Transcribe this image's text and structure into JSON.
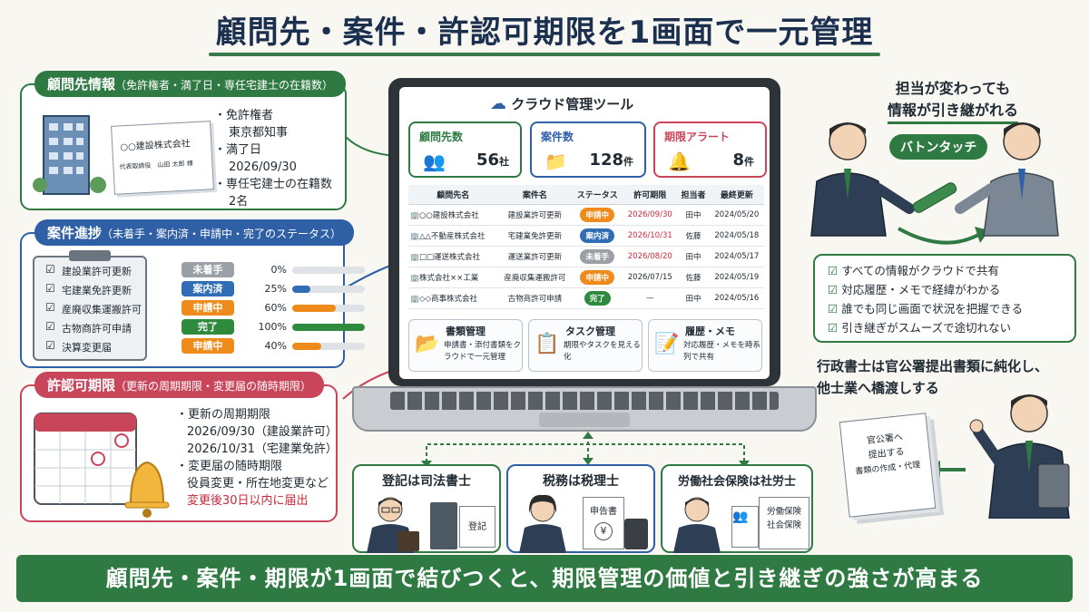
{
  "title": "顧問先・案件・許認可期限を1画面で一元管理",
  "client_panel": {
    "title": "顧問先情報",
    "subtitle": "（免許権者・満了日・専任宅建士の在籍数）",
    "card_company": "○○建設株式会社",
    "card_rep": "代表取締役　山田 太郎 様",
    "items": [
      {
        "label": "・免許権者",
        "value": "東京都知事"
      },
      {
        "label": "・満了日",
        "value": "2026/09/30"
      },
      {
        "label": "・専任宅建士の在籍数",
        "value": "2名"
      }
    ]
  },
  "progress_panel": {
    "title": "案件進捗",
    "subtitle": "（未着手・案内済・申請中・完了のステータス）",
    "rows": [
      {
        "name": "建設業許可更新",
        "status": "未着手",
        "percent_label": "0%",
        "percent": 0,
        "color": "#9aa0a6"
      },
      {
        "name": "宅建業免許更新",
        "status": "案内済",
        "percent_label": "25%",
        "percent": 25,
        "color": "#2f6db5"
      },
      {
        "name": "産廃収集運搬許可",
        "status": "申請中",
        "percent_label": "60%",
        "percent": 60,
        "color": "#ef8b1b"
      },
      {
        "name": "古物商許可申請",
        "status": "完了",
        "percent_label": "100%",
        "percent": 100,
        "color": "#2e8b3e"
      },
      {
        "name": "決算変更届",
        "status": "申請中",
        "percent_label": "40%",
        "percent": 40,
        "color": "#ef8b1b"
      }
    ]
  },
  "deadline_panel": {
    "title": "許認可期限",
    "subtitle": "（更新の周期期限・変更届の随時期限）",
    "line1": "・更新の周期期限",
    "line2": "2026/09/30（建設業許可）",
    "line3": "2026/10/31（宅建業免許）",
    "line4": "・変更届の随時期限",
    "line5": "役員変更・所在地変更など",
    "line6": "変更後30日以内に届出"
  },
  "dashboard": {
    "app_title": "クラウド管理ツール",
    "stats": [
      {
        "label": "顧問先数",
        "value": "56",
        "unit": "社"
      },
      {
        "label": "案件数",
        "value": "128",
        "unit": "件"
      },
      {
        "label": "期限アラート",
        "value": "8",
        "unit": "件"
      }
    ],
    "columns": [
      "顧問先名",
      "案件名",
      "ステータス",
      "許可期限",
      "担当者",
      "最終更新"
    ],
    "rows": [
      {
        "client": "○○建設株式会社",
        "case": "建設業許可更新",
        "status": "申請中",
        "status_color": "#ef8b1b",
        "deadline": "2026/09/30",
        "alert": true,
        "owner": "田中",
        "updated": "2024/05/20"
      },
      {
        "client": "△△不動産株式会社",
        "case": "宅建業免許更新",
        "status": "案内済",
        "status_color": "#2f6db5",
        "deadline": "2026/10/31",
        "alert": true,
        "owner": "佐藤",
        "updated": "2024/05/18"
      },
      {
        "client": "□□運送株式会社",
        "case": "運送業許可更新",
        "status": "未着手",
        "status_color": "#9aa0a6",
        "deadline": "2026/08/20",
        "alert": true,
        "owner": "田中",
        "updated": "2024/05/17"
      },
      {
        "client": "株式会社××工業",
        "case": "産廃収集運搬許可",
        "status": "申請中",
        "status_color": "#ef8b1b",
        "deadline": "2026/07/15",
        "alert": false,
        "owner": "佐藤",
        "updated": "2024/05/19"
      },
      {
        "client": "◇◇商事株式会社",
        "case": "古物商許可申請",
        "status": "完了",
        "status_color": "#2e8b3e",
        "deadline": "—",
        "alert": false,
        "owner": "田中",
        "updated": "2024/05/16"
      }
    ],
    "features": [
      {
        "title": "書類管理",
        "desc": "申請書・添付書類をクラウドで一元管理"
      },
      {
        "title": "タスク管理",
        "desc": "期限やタスクを見える化"
      },
      {
        "title": "履歴・メモ",
        "desc": "対応履歴・メモを時系列で共有"
      }
    ]
  },
  "handover": {
    "heading_line1": "担当が変わっても",
    "heading_line2": "情報が引き継がれる",
    "baton_label": "バトンタッチ",
    "checks": [
      "すべての情報がクラウドで共有",
      "対応履歴・メモで経緯がわかる",
      "誰でも同じ画面で状況を把握できる",
      "引き継ぎがスムーズで途切れない"
    ]
  },
  "scrivener": {
    "line1": "行政書士は官公署提出書類に純化し、",
    "line2": "他士業へ橋渡しする",
    "doc_line1": "官公署へ",
    "doc_line2": "提出する",
    "doc_line3": "書類の作成・代理"
  },
  "professionals": [
    {
      "title": "登記は司法書士",
      "doc": "登記"
    },
    {
      "title": "税務は税理士",
      "doc": "申告書",
      "yen": "¥"
    },
    {
      "title": "労働社会保険は社労士",
      "doc": "労働保険\n社会保険"
    }
  ],
  "footer": "顧問先・案件・期限が1画面で結びつくと、期限管理の価値と引き継ぎの強さが高まる",
  "colors": {
    "green": "#2f7a43",
    "blue": "#2f5fa5",
    "red": "#c8455a",
    "orange": "#ef8b1b"
  }
}
